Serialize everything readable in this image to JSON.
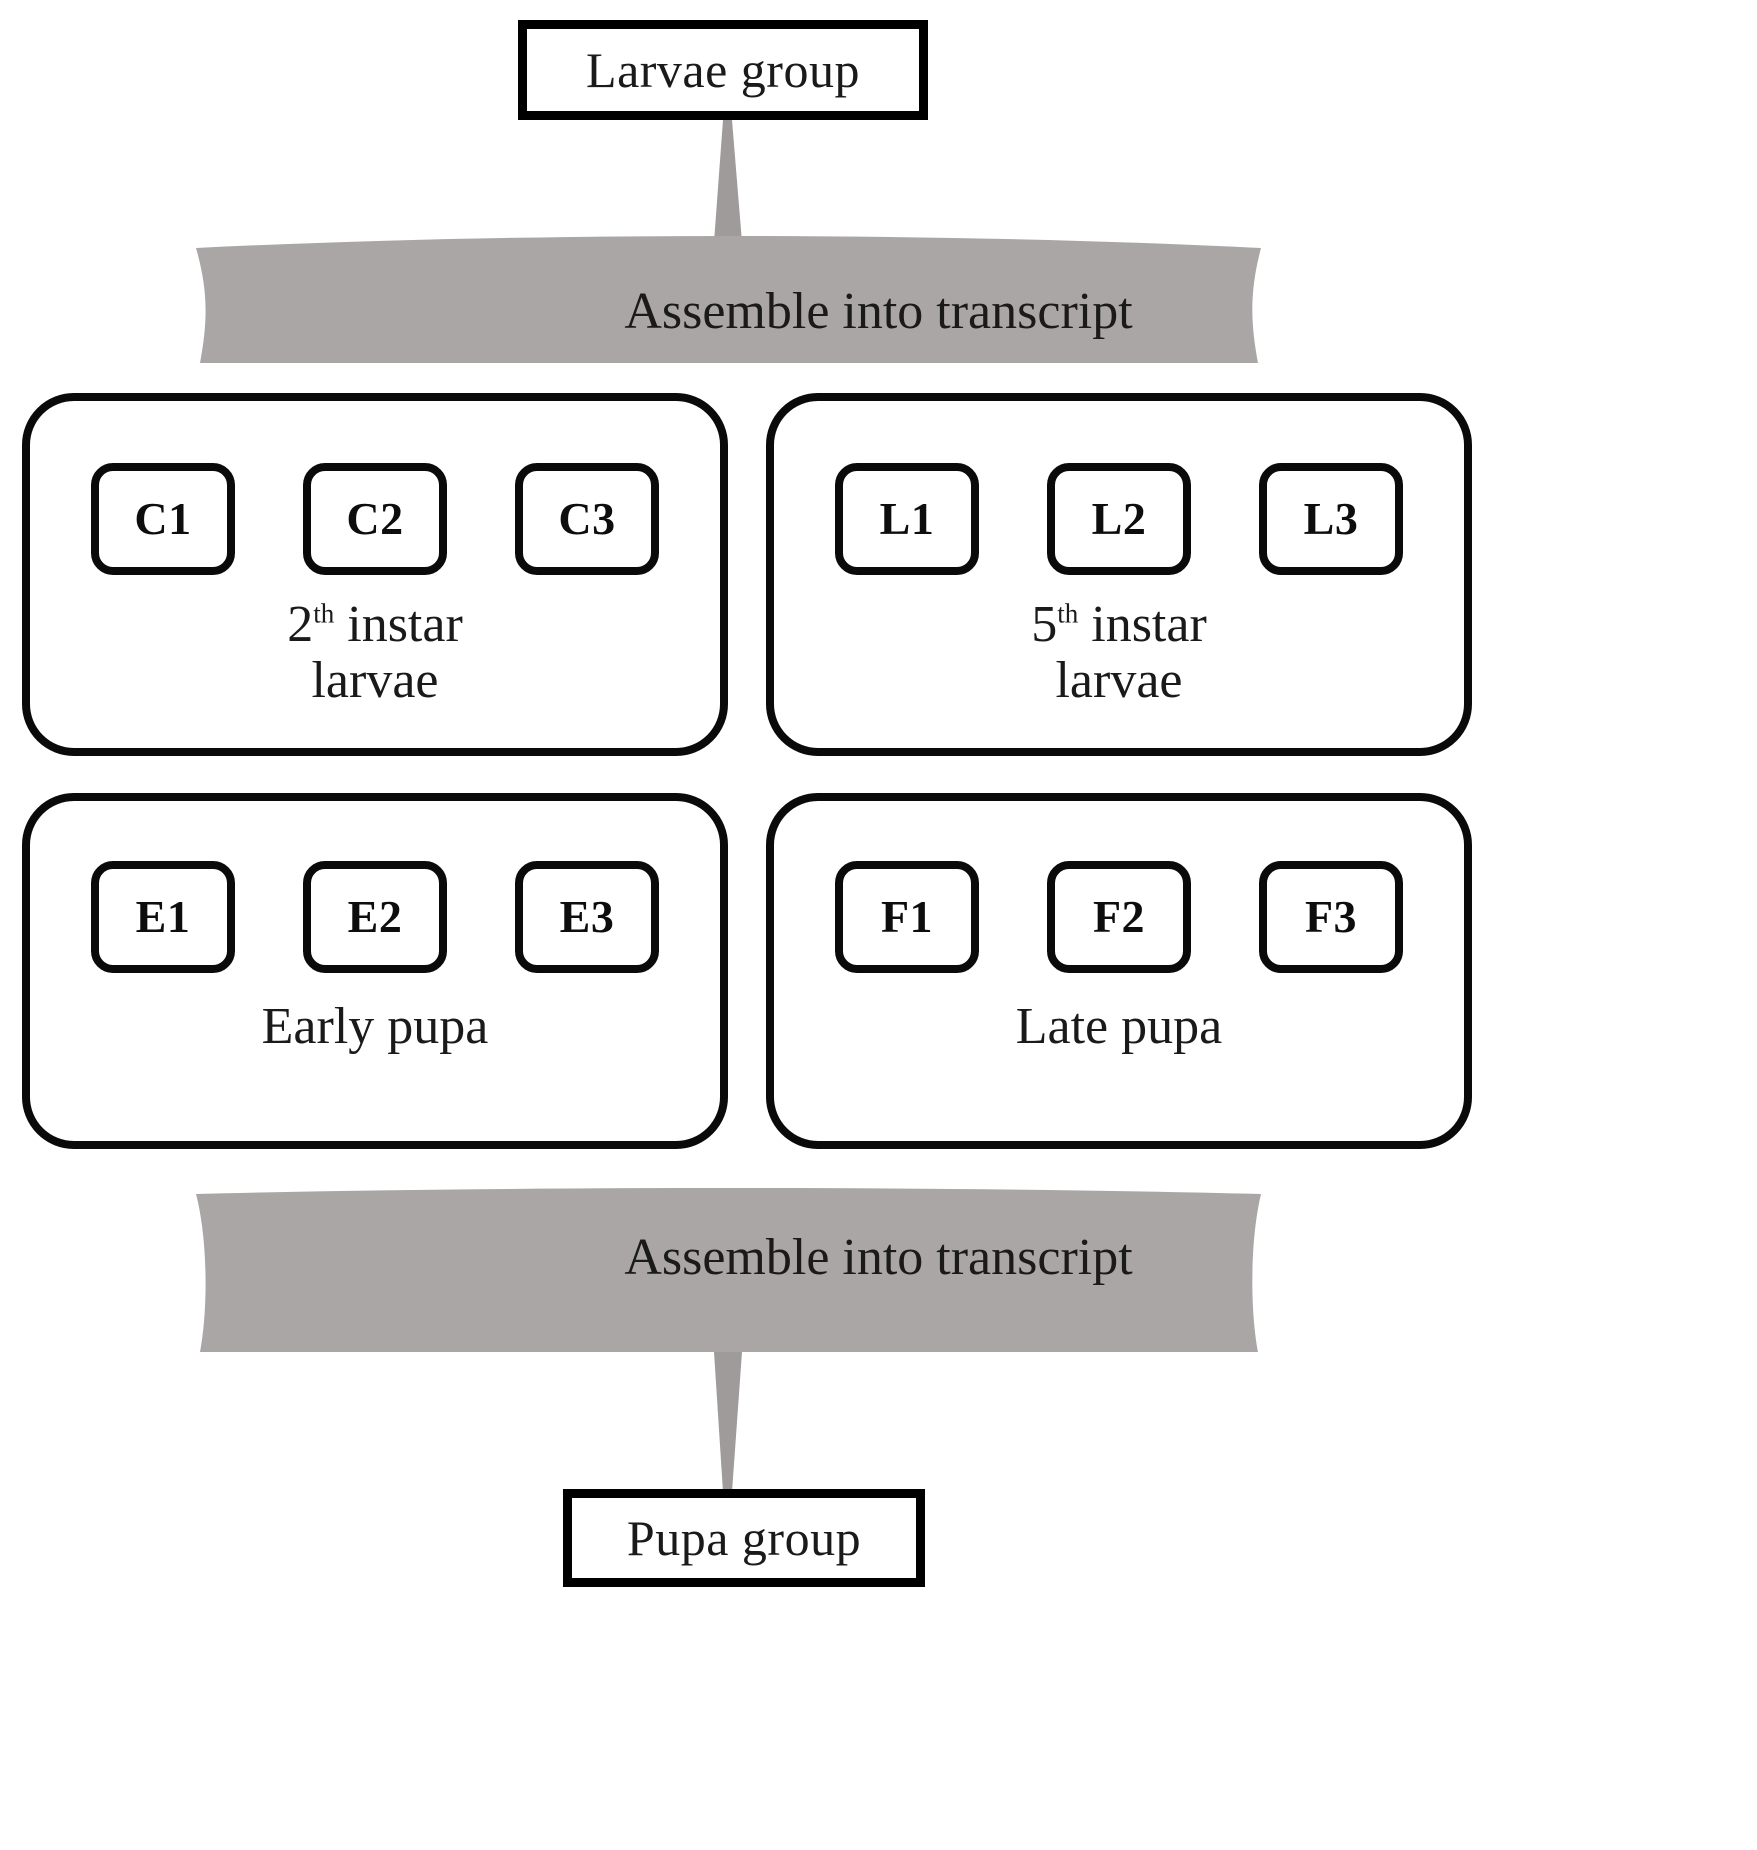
{
  "figure": {
    "type": "flowchart",
    "background_color": "#ffffff",
    "line_color": "#000000",
    "banner_color": "#aaa6a6"
  },
  "top_node": {
    "label": "Larvae group",
    "shape": "rectangle",
    "border_color": "#000000",
    "fill": "#ffffff"
  },
  "bottom_node": {
    "label": "Pupa group",
    "shape": "rectangle",
    "border_color": "#000000",
    "fill": "#ffffff"
  },
  "banners": {
    "top": {
      "label": "Assemble into transcript",
      "fill": "#aaa6a6",
      "connector": "tapered-spike-up"
    },
    "bottom": {
      "label": "Assemble into transcript",
      "fill": "#aaa6a6",
      "connector": "tapered-spike-down"
    }
  },
  "groups": [
    {
      "id": "2nd-instar",
      "caption_prefix": "2",
      "caption_sup": "th",
      "caption_suffix": " instar",
      "caption_line2": "larvae",
      "caption_plain": "2th instar larvae",
      "samples": [
        "C1",
        "C2",
        "C3"
      ]
    },
    {
      "id": "5th-instar",
      "caption_prefix": "5",
      "caption_sup": "th",
      "caption_suffix": " instar",
      "caption_line2": "larvae",
      "caption_plain": "5th instar larvae",
      "samples": [
        "L1",
        "L2",
        "L3"
      ]
    },
    {
      "id": "early-pupa",
      "caption_plain": "Early pupa",
      "samples": [
        "E1",
        "E2",
        "E3"
      ]
    },
    {
      "id": "late-pupa",
      "caption_plain": "Late pupa",
      "samples": [
        "F1",
        "F2",
        "F3"
      ]
    }
  ]
}
